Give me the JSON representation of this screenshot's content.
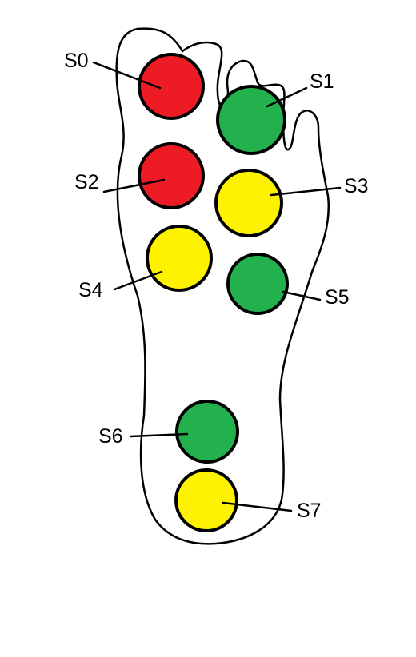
{
  "colors": {
    "red": "#ed1c24",
    "green": "#22b14c",
    "yellow": "#fff200",
    "outline": "#000000",
    "background": "#ffffff"
  },
  "sensors": [
    {
      "id": "S0",
      "label": "S0",
      "status": "red"
    },
    {
      "id": "S1",
      "label": "S1",
      "status": "green"
    },
    {
      "id": "S2",
      "label": "S2",
      "status": "red"
    },
    {
      "id": "S3",
      "label": "S3",
      "status": "yellow"
    },
    {
      "id": "S4",
      "label": "S4",
      "status": "yellow"
    },
    {
      "id": "S5",
      "label": "S5",
      "status": "green"
    },
    {
      "id": "S6",
      "label": "S6",
      "status": "green"
    },
    {
      "id": "S7",
      "label": "S7",
      "status": "yellow"
    }
  ]
}
